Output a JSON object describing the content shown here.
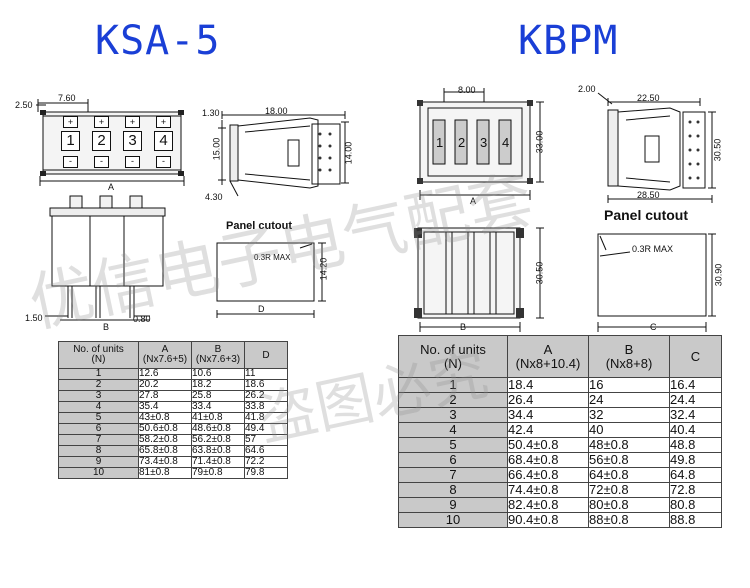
{
  "left": {
    "title": "KSA-5",
    "front_dims": {
      "pitch": "7.60",
      "edge": "2.50",
      "width": "A"
    },
    "switch_labels": [
      "1",
      "2",
      "3",
      "4"
    ],
    "plus": "+",
    "minus": "-",
    "side_dims": {
      "top_offset": "1.30",
      "length": "18.00",
      "inner_height": "15.00",
      "height": "14.00",
      "bottom_offset": "4.30"
    },
    "bottom_dims": {
      "pin_offset": "1.50",
      "pin_gap": "0.80",
      "width": "B"
    },
    "cutout": {
      "label": "Panel cutout",
      "radius": "0.3R MAX",
      "height": "14.20",
      "width": "D"
    },
    "table": {
      "headers": [
        [
          "No. of units",
          "(N)"
        ],
        [
          "A",
          "(Nx7.6+5)"
        ],
        [
          "B",
          "(Nx7.6+3)"
        ],
        [
          "D",
          ""
        ]
      ],
      "rows": [
        [
          "1",
          "12.6",
          "10.6",
          "11"
        ],
        [
          "2",
          "20.2",
          "18.2",
          "18.6"
        ],
        [
          "3",
          "27.8",
          "25.8",
          "26.2"
        ],
        [
          "4",
          "35.4",
          "33.4",
          "33.8"
        ],
        [
          "5",
          "43±0.8",
          "41±0.8",
          "41.8"
        ],
        [
          "6",
          "50.6±0.8",
          "48.6±0.8",
          "49.4"
        ],
        [
          "7",
          "58.2±0.8",
          "56.2±0.8",
          "57"
        ],
        [
          "8",
          "65.8±0.8",
          "63.8±0.8",
          "64.6"
        ],
        [
          "9",
          "73.4±0.8",
          "71.4±0.8",
          "72.2"
        ],
        [
          "10",
          "81±0.8",
          "79±0.8",
          "79.8"
        ]
      ]
    }
  },
  "right": {
    "title": "KBPM",
    "front_dims": {
      "pitch": "8.00",
      "height": "33.00",
      "width": "A"
    },
    "switch_labels": [
      "1",
      "2",
      "3",
      "4"
    ],
    "side_dims": {
      "top_offset": "2.00",
      "length": "22.50",
      "height": "30.50",
      "bottom_length": "28.50"
    },
    "bottom_dims": {
      "height": "30.50",
      "width": "B"
    },
    "cutout": {
      "label": "Panel cutout",
      "radius": "0.3R MAX",
      "height": "30.90",
      "width": "C"
    },
    "table": {
      "headers": [
        [
          "No. of units",
          "(N)"
        ],
        [
          "A",
          "(Nx8+10.4)"
        ],
        [
          "B",
          "(Nx8+8)"
        ],
        [
          "C",
          ""
        ]
      ],
      "rows": [
        [
          "1",
          "18.4",
          "16",
          "16.4"
        ],
        [
          "2",
          "26.4",
          "24",
          "24.4"
        ],
        [
          "3",
          "34.4",
          "32",
          "32.4"
        ],
        [
          "4",
          "42.4",
          "40",
          "40.4"
        ],
        [
          "5",
          "50.4±0.8",
          "48±0.8",
          "48.8"
        ],
        [
          "6",
          "68.4±0.8",
          "56±0.8",
          "49.8"
        ],
        [
          "7",
          "66.4±0.8",
          "64±0.8",
          "64.8"
        ],
        [
          "8",
          "74.4±0.8",
          "72±0.8",
          "72.8"
        ],
        [
          "9",
          "82.4±0.8",
          "80±0.8",
          "80.8"
        ],
        [
          "10",
          "90.4±0.8",
          "88±0.8",
          "88.8"
        ]
      ]
    }
  },
  "watermark": {
    "line1": "优信电子电气配套",
    "line2": "盗图必究"
  }
}
